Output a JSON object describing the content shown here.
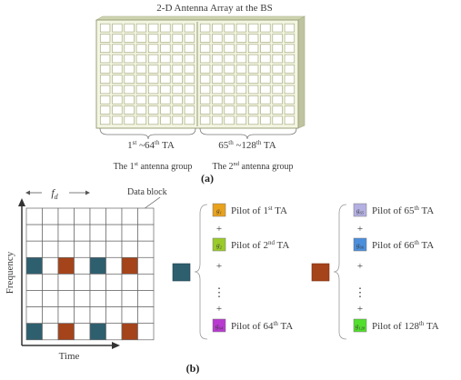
{
  "panel_a": {
    "title": "2-D Antenna Array at the BS",
    "ta_range_left": {
      "start": "1",
      "start_sup": "st",
      "sep": " ~64",
      "end_sup": "th",
      "suffix": " TA"
    },
    "ta_range_right": {
      "start": "65",
      "start_sup": "th",
      "sep": " ~128",
      "end_sup": "th",
      "suffix": " TA"
    },
    "group_left": {
      "pre": "The 1",
      "sup": "st",
      "post": " antenna group"
    },
    "group_right": {
      "pre": "The 2",
      "sup": "nd",
      "post": " antenna group"
    },
    "caption": "(a)",
    "array_rows": 10,
    "array_cols_per_group": 8
  },
  "panel_b": {
    "caption": "(b)",
    "period_label": "f",
    "period_sub": "d",
    "data_block_label": "Data block",
    "axis_x": "Time",
    "axis_y": "Frequency",
    "grid_rows": 8,
    "grid_cols": 8,
    "pilot_rows": [
      3,
      7
    ],
    "group1_cols": [
      0,
      4
    ],
    "group2_cols": [
      2,
      6
    ],
    "group1_color": "#2e5f6e",
    "group2_color": "#a5431a",
    "plus": "+",
    "dots": "⋮",
    "group1_pilots": [
      {
        "sym": "g",
        "sub": "1",
        "color": "#e8a21c",
        "label_pre": "Pilot of 1",
        "label_sup": "st",
        "label_post": "  TA"
      },
      {
        "sym": "g",
        "sub": "2",
        "color": "#9acb2a",
        "label_pre": "Pilot of 2",
        "label_sup": "nd",
        "label_post": " TA"
      },
      {
        "sym": "g",
        "sub": "64",
        "color": "#b93ad0",
        "label_pre": "Pilot of 64",
        "label_sup": "th",
        "label_post": " TA"
      }
    ],
    "group2_pilots": [
      {
        "sym": "g",
        "sub": "65",
        "color": "#b4b0e2",
        "label_pre": "Pilot of 65",
        "label_sup": "th",
        "label_post": "  TA"
      },
      {
        "sym": "g",
        "sub": "66",
        "color": "#4b8fdc",
        "label_pre": "Pilot of 66",
        "label_sup": "th",
        "label_post": " TA"
      },
      {
        "sym": "g",
        "sub": "128",
        "color": "#52de2c",
        "label_pre": "Pilot of 128",
        "label_sup": "th",
        "label_post": " TA"
      }
    ]
  }
}
